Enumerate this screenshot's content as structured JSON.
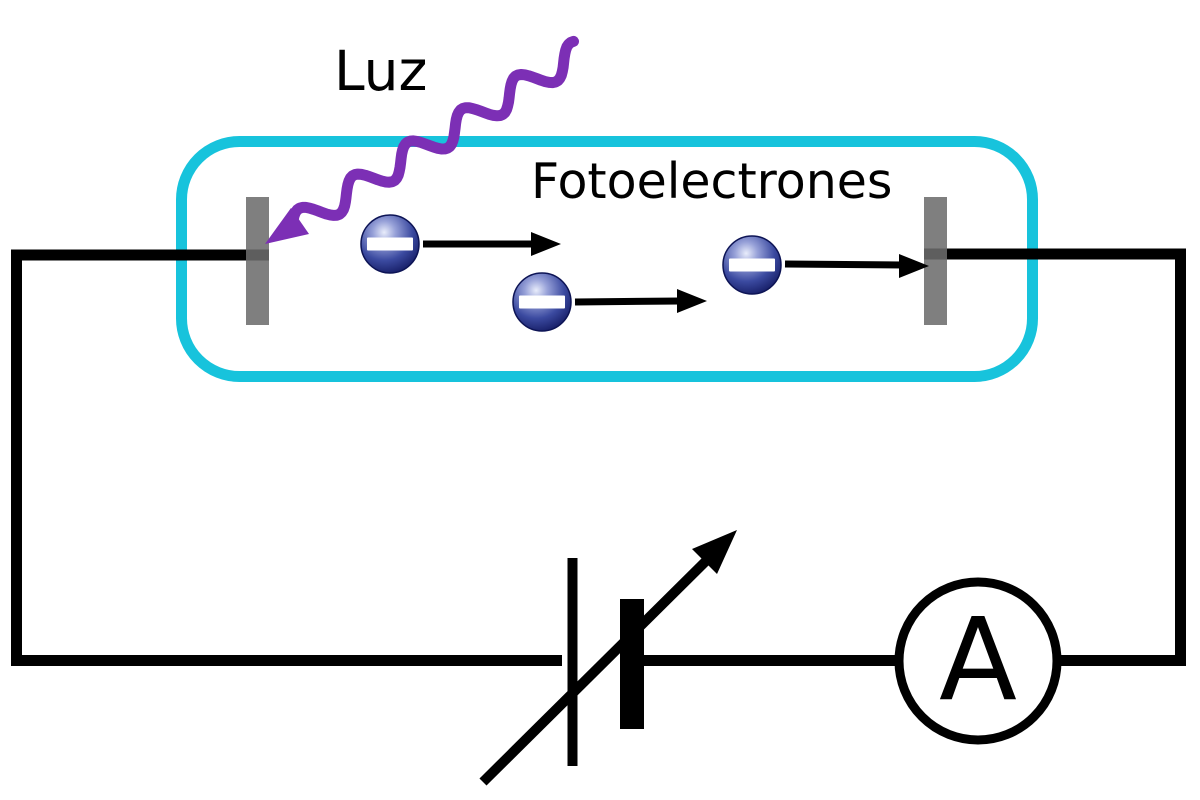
{
  "labels": {
    "light": "Luz",
    "photoelectrons": "Fotoelectrones",
    "ammeter": "A"
  },
  "colors": {
    "background": "#ffffff",
    "text": "#000000",
    "wire": "#000000",
    "photon": "#7c2fb5",
    "tube": "#17c3dc",
    "electrode": "#7f7f7f",
    "electrode-junction": "#5e5e5e",
    "electron-light": "#e9edfb",
    "electron-mid-light": "#97a1d8",
    "electron-mid": "#3b4aa0",
    "electron-dark": "#10165c",
    "electron-rim": "#0d1455",
    "minus": "#ffffff"
  },
  "components": {
    "vacuum_tube": "phototube-envelope",
    "left_electrode": "cathode-plate",
    "right_electrode": "anode-plate",
    "light_ray": "photon-wavy-arrow",
    "electrons": "electron-spheres-with-minus",
    "electron_count": 3,
    "voltage_source": "variable-battery-symbol",
    "current_meter": "ammeter-circle",
    "wires": "circuit-loop"
  }
}
